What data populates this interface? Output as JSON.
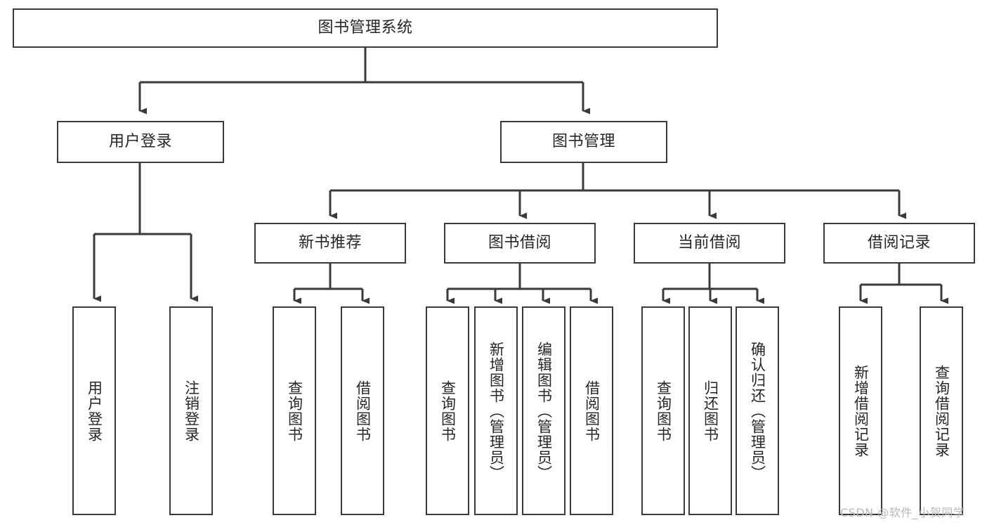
{
  "diagram": {
    "title": "图书管理系统",
    "type": "tree-hierarchy-chart",
    "root": {
      "label": "图书管理系统"
    },
    "level2": [
      {
        "label": "用户登录"
      },
      {
        "label": "图书管理"
      }
    ],
    "level3": [
      {
        "label": "新书推荐"
      },
      {
        "label": "图书借阅"
      },
      {
        "label": "当前借阅"
      },
      {
        "label": "借阅记录"
      }
    ],
    "leaves": {
      "user_login": [
        {
          "label": "用户登录"
        },
        {
          "label": "注销登录"
        }
      ],
      "new_book_recommend": [
        {
          "label": "查询图书"
        },
        {
          "label": "借阅图书"
        }
      ],
      "book_borrow": [
        {
          "label": "查询图书"
        },
        {
          "label": "新增图书（管理员）"
        },
        {
          "label": "编辑图书（管理员）"
        },
        {
          "label": "借阅图书"
        }
      ],
      "current_borrow": [
        {
          "label": "查询图书"
        },
        {
          "label": "归还图书"
        },
        {
          "label": "确认归还（管理员）"
        }
      ],
      "borrow_record": [
        {
          "label": "新增借阅记录"
        },
        {
          "label": "查询借阅记录"
        }
      ]
    }
  },
  "watermark": {
    "text": "CSDN @软件_小贺同学"
  },
  "colors": {
    "stroke": "#3a3a3a",
    "text": "#262626",
    "background": "#ffffff",
    "watermark": "#b8b8b8"
  }
}
